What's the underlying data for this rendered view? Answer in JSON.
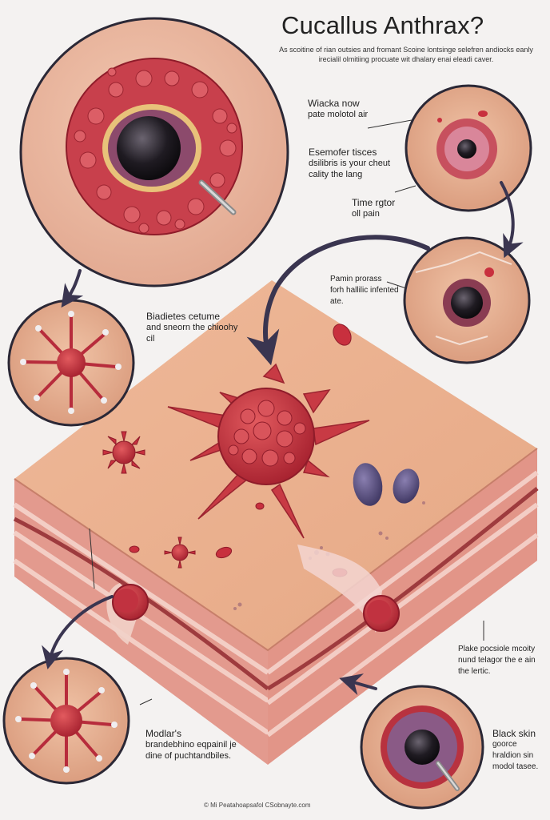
{
  "title": "Cucallus Anthrax?",
  "subtitle": "As scoitine of rian outsies and fromant Scoine lontsinge selefren andiocks eanly irecialil olmitiing procuate wit dhalary enai eleadi caver.",
  "labels": {
    "wiacka": {
      "head": "Wiacka now",
      "body": "pate molotol air"
    },
    "esemofer": {
      "head": "Esemofer tisces",
      "body": "dsilibris is your cheut cality the lang"
    },
    "time": {
      "head": "Time rgtor",
      "body": "oll pain"
    },
    "pamin": {
      "head": "Pamin prorass",
      "body": "forh hallilic infented ate."
    },
    "biadietes": {
      "head": "Biadietes cetume",
      "body": "and sneorn the chioohy cil"
    },
    "plake": {
      "head": "Plake pocsiole mcoity",
      "body": "nund telagor the e ain the lertic."
    },
    "modlars": {
      "head": "Modlar's",
      "body": "brandebhino eqpainil je dine of puchtandbiles."
    },
    "blackskin": {
      "head": "Black skin",
      "body": "goorce hraldion sin modol tasee."
    }
  },
  "footer": "© Mi Peatahoapsafol CSobnayte.com",
  "colors": {
    "background": "#f4f2f1",
    "skin": "#e9b392",
    "skin_dark": "#c98068",
    "lesion_red": "#c8303e",
    "eschar": "#1d1a1f",
    "arrow": "#3a3550",
    "spores": "#5b4f82"
  }
}
